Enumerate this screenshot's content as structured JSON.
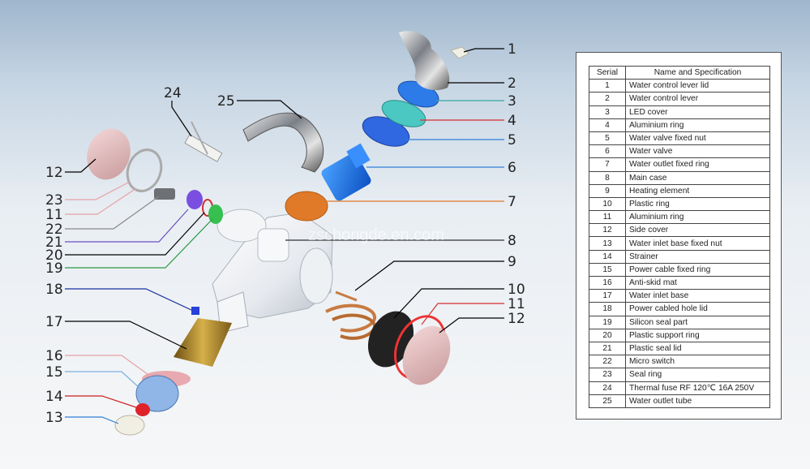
{
  "callouts": [
    "1",
    "2",
    "3",
    "4",
    "5",
    "6",
    "7",
    "8",
    "9",
    "10",
    "11",
    "12",
    "12",
    "13",
    "14",
    "15",
    "16",
    "17",
    "18",
    "19",
    "20",
    "21",
    "22",
    "23",
    "11",
    "24",
    "25"
  ],
  "watermark": "zschongde.en.com",
  "table": {
    "headers": [
      "Serial",
      "Name and Specification"
    ],
    "rows": [
      [
        "1",
        "Water control lever lid"
      ],
      [
        "2",
        "Water control lever"
      ],
      [
        "3",
        "LED cover"
      ],
      [
        "4",
        "Aluminium ring"
      ],
      [
        "5",
        "Water valve fixed nut"
      ],
      [
        "6",
        "Water valve"
      ],
      [
        "7",
        "Water outlet fixed ring"
      ],
      [
        "8",
        "Main case"
      ],
      [
        "9",
        "Heating element"
      ],
      [
        "10",
        "Plastic ring"
      ],
      [
        "11",
        "Aluminium ring"
      ],
      [
        "12",
        "Side cover"
      ],
      [
        "13",
        "Water inlet base fixed nut"
      ],
      [
        "14",
        "Strainer"
      ],
      [
        "15",
        "Power cable fixed ring"
      ],
      [
        "16",
        "Anti-skid mat"
      ],
      [
        "17",
        "Water inlet base"
      ],
      [
        "18",
        "Power cabled hole lid"
      ],
      [
        "19",
        "Silicon seal part"
      ],
      [
        "20",
        "Plastic support ring"
      ],
      [
        "21",
        "Plastic seal lid"
      ],
      [
        "22",
        "Micro switch"
      ],
      [
        "23",
        "Seal ring"
      ],
      [
        "24",
        "Thermal fuse RF 120℃  16A  250V"
      ],
      [
        "25",
        "Water  outlet  tube"
      ]
    ]
  }
}
